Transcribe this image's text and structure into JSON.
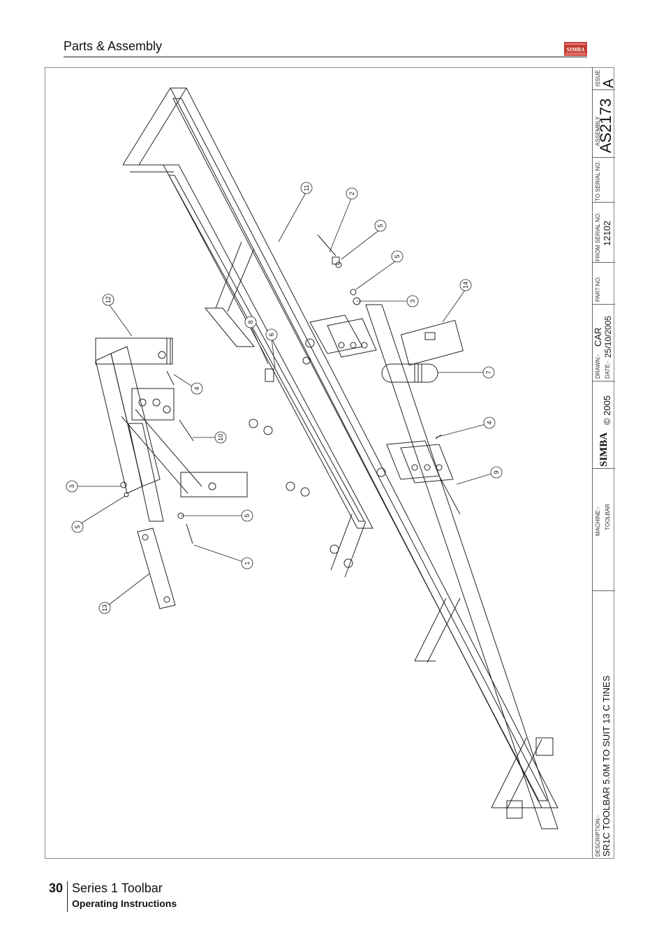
{
  "header": {
    "title": "Parts & Assembly",
    "logo_text": "SIMBA",
    "accent_color": "#c0392b"
  },
  "title_block": {
    "issue_label": "ISSUE",
    "issue_value": "A",
    "assembly_label": "ASSEMBLY",
    "assembly_value": "AS2173",
    "to_serial_label": "TO SERIAL NO.",
    "to_serial_value": "",
    "from_serial_label": "FROM SERIAL NO.",
    "from_serial_value": "12102",
    "part_no_label": "PART NO.",
    "part_no_value": "",
    "drawn_label": "DRAWN:-",
    "drawn_value": "CAR",
    "date_label": "DATE:-",
    "date_value": "25/10/2005",
    "logo_text": "SIMBA",
    "copyright": "© 2005",
    "machine_label": "MACHINE:-",
    "machine_value": "TOOLBAR",
    "description_label": "DESCRIPTION:-",
    "description_value": "SR1C TOOLBAR 5.0M TO SUIT 13  C TINES"
  },
  "callouts": [
    {
      "id": "c11",
      "label": "11"
    },
    {
      "id": "c2",
      "label": "2"
    },
    {
      "id": "c5a",
      "label": "5"
    },
    {
      "id": "c5b",
      "label": "5"
    },
    {
      "id": "c3a",
      "label": "3"
    },
    {
      "id": "c14",
      "label": "14"
    },
    {
      "id": "c12",
      "label": "12"
    },
    {
      "id": "c8",
      "label": "8"
    },
    {
      "id": "c6",
      "label": "6"
    },
    {
      "id": "c7",
      "label": "7"
    },
    {
      "id": "c4a",
      "label": "4"
    },
    {
      "id": "c10",
      "label": "10"
    },
    {
      "id": "c4b",
      "label": "4"
    },
    {
      "id": "c9",
      "label": "9"
    },
    {
      "id": "c3b",
      "label": "3"
    },
    {
      "id": "c5c",
      "label": "5"
    },
    {
      "id": "c5d",
      "label": "5"
    },
    {
      "id": "c1",
      "label": "1"
    },
    {
      "id": "c13",
      "label": "13"
    }
  ],
  "footer": {
    "page_number": "30",
    "series": "Series 1 Toolbar",
    "subtitle": "Operating Instructions"
  }
}
